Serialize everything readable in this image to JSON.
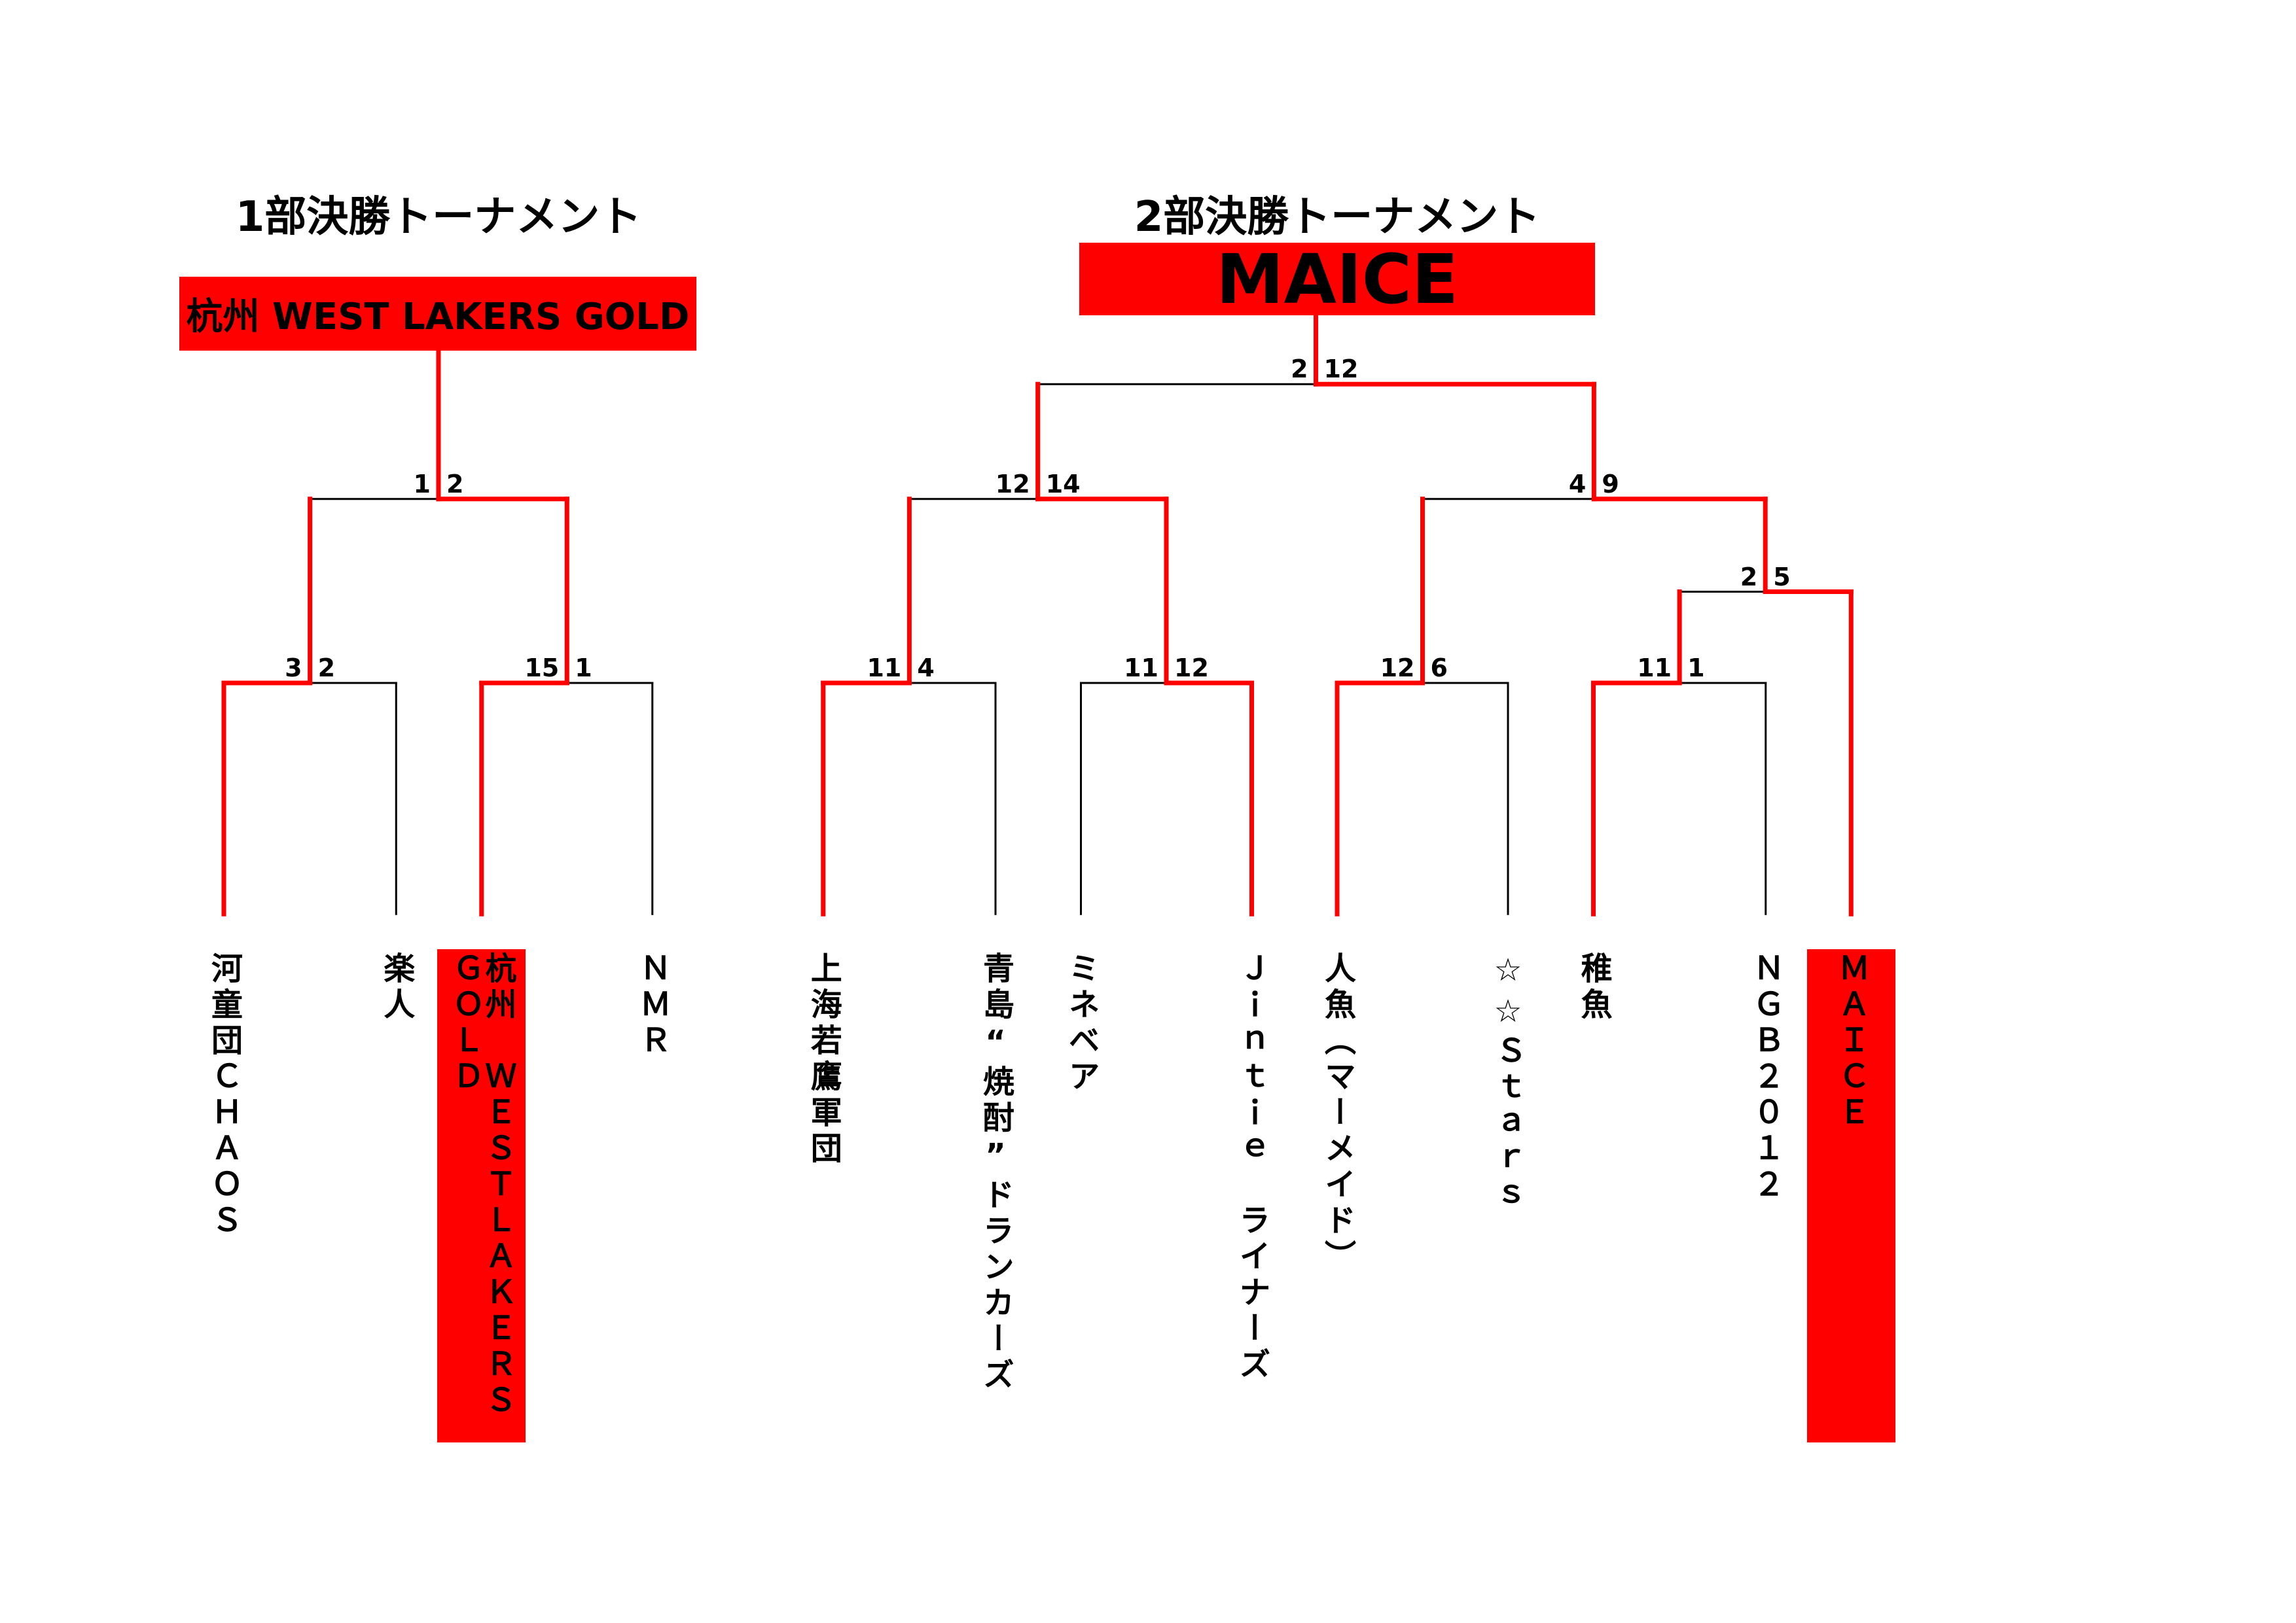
{
  "div1": {
    "title": "1部決勝トーナメント",
    "champion": "杭州 WEST LAKERS GOLD",
    "teams": [
      "河童団ＣＨＡＯＳ",
      "楽人",
      "杭州　ＷＥＳＴＬＡＫＥＲＳ",
      "ＮＭＲ"
    ],
    "team3_line2": "ＧＯＬＤ",
    "scores": {
      "r1a": [
        "3",
        "2"
      ],
      "r1b": [
        "15",
        "1"
      ],
      "final": [
        "1",
        "2"
      ]
    }
  },
  "div2": {
    "title": "2部決勝トーナメント",
    "champion": "MAICE",
    "teams": [
      "上海若鷹軍団",
      "青島“焼酎”ドランカーズ",
      "ミネベア",
      "Ｊｉｎｔｉｅ　ライナーズ",
      "人魚（マーメイド）",
      "☆☆Ｓｔａｒｓ",
      "稚魚",
      "ＮＧＢ２０１２",
      "ＭＡＩＣＥ"
    ],
    "scores": {
      "r1a": [
        "11",
        "4"
      ],
      "r1b": [
        "11",
        "12"
      ],
      "r1c": [
        "12",
        "6"
      ],
      "r1d": [
        "11",
        "1"
      ],
      "r1e": [
        "2",
        "5"
      ],
      "sfa": [
        "12",
        "14"
      ],
      "sfb": [
        "4",
        "9"
      ],
      "final": [
        "2",
        "12"
      ]
    }
  },
  "colors": {
    "highlight": "#ff0000",
    "line": "#000000"
  }
}
